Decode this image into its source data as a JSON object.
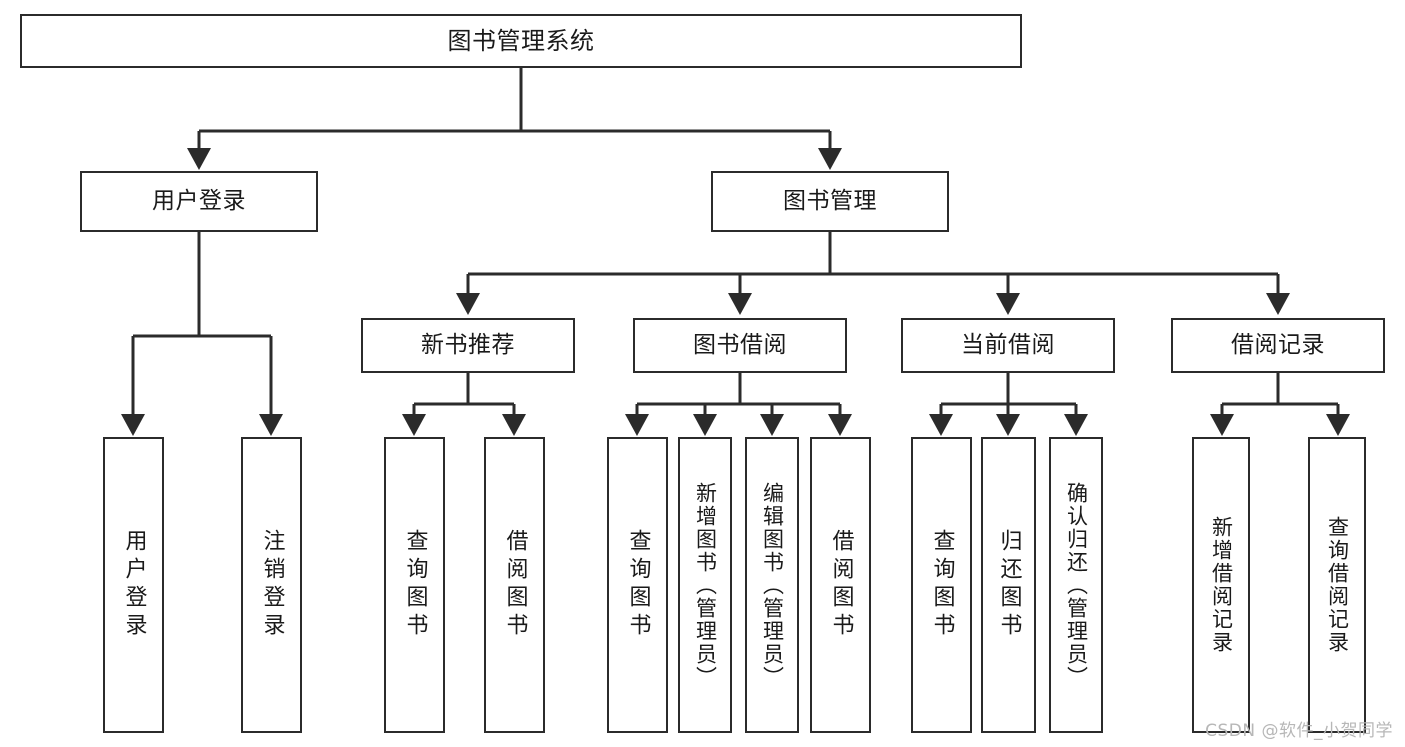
{
  "diagram": {
    "title": "图书管理系统",
    "type": "tree-hierarchy-chart",
    "nodes": {
      "root": {
        "label": "图书管理系统"
      },
      "level2": [
        {
          "id": "user-login",
          "label": "用户登录"
        },
        {
          "id": "book-manage",
          "label": "图书管理"
        }
      ],
      "level3": [
        {
          "id": "new-book-recommend",
          "label": "新书推荐"
        },
        {
          "id": "book-borrow",
          "label": "图书借阅"
        },
        {
          "id": "current-borrow",
          "label": "当前借阅"
        },
        {
          "id": "borrow-record",
          "label": "借阅记录"
        }
      ],
      "leaves": {
        "user_login": [
          {
            "id": "leaf-user-login",
            "label": "用户登录"
          },
          {
            "id": "leaf-logout",
            "label": "注销登录"
          }
        ],
        "new_book_recommend": [
          {
            "id": "leaf-query-book-1",
            "label": "查询图书"
          },
          {
            "id": "leaf-borrow-book-1",
            "label": "借阅图书"
          }
        ],
        "book_borrow": [
          {
            "id": "leaf-query-book-2",
            "label": "查询图书"
          },
          {
            "id": "leaf-add-book",
            "label": "新增图书（管理员）"
          },
          {
            "id": "leaf-edit-book",
            "label": "编辑图书（管理员）"
          },
          {
            "id": "leaf-borrow-book-2",
            "label": "借阅图书"
          }
        ],
        "current_borrow": [
          {
            "id": "leaf-query-book-3",
            "label": "查询图书"
          },
          {
            "id": "leaf-return-book",
            "label": "归还图书"
          },
          {
            "id": "leaf-confirm-return",
            "label": "确认归还（管理员）"
          }
        ],
        "borrow_record": [
          {
            "id": "leaf-add-record",
            "label": "新增借阅记录"
          },
          {
            "id": "leaf-query-record",
            "label": "查询借阅记录"
          }
        ]
      }
    },
    "colors": {
      "background": "#ffffff",
      "node_fill": "#ffffff",
      "node_border": "#2b2b2b",
      "edge": "#2b2b2b",
      "text": "#1a1a1a",
      "watermark": "#b7b7b7"
    }
  },
  "watermark": {
    "text": "CSDN @软件_小贺同学"
  }
}
